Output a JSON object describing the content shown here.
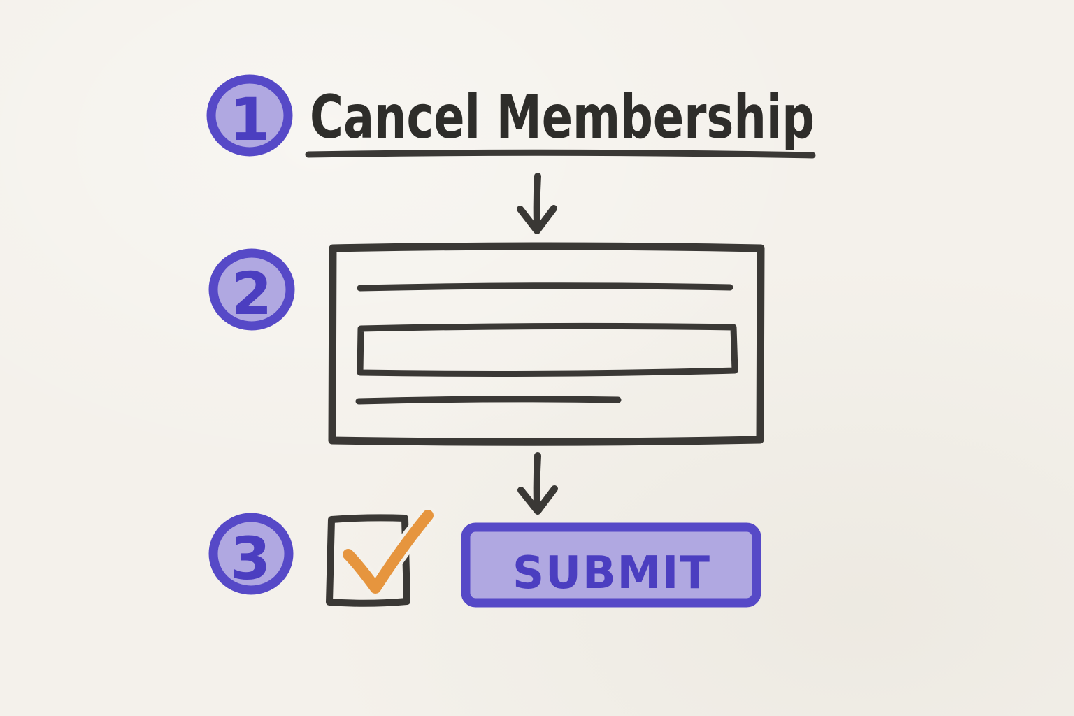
{
  "colors": {
    "paper": "#f4f1eb",
    "ink": "#3a3835",
    "title-ink": "#2e2d2a",
    "accent": "#5649c7",
    "accent-light": "#b0a8e1",
    "accent-deep": "#4b3ec0",
    "check-orange": "#e6953e"
  },
  "title": {
    "text": "Cancel Membership",
    "underlined": true
  },
  "steps": [
    {
      "number": "1"
    },
    {
      "number": "2"
    },
    {
      "number": "3"
    }
  ],
  "checkbox": {
    "checked": true,
    "check_glyph": "✓"
  },
  "submit_button": {
    "label": "SUBMIT"
  },
  "icons": {
    "arrow_down_glyph": "↓"
  }
}
